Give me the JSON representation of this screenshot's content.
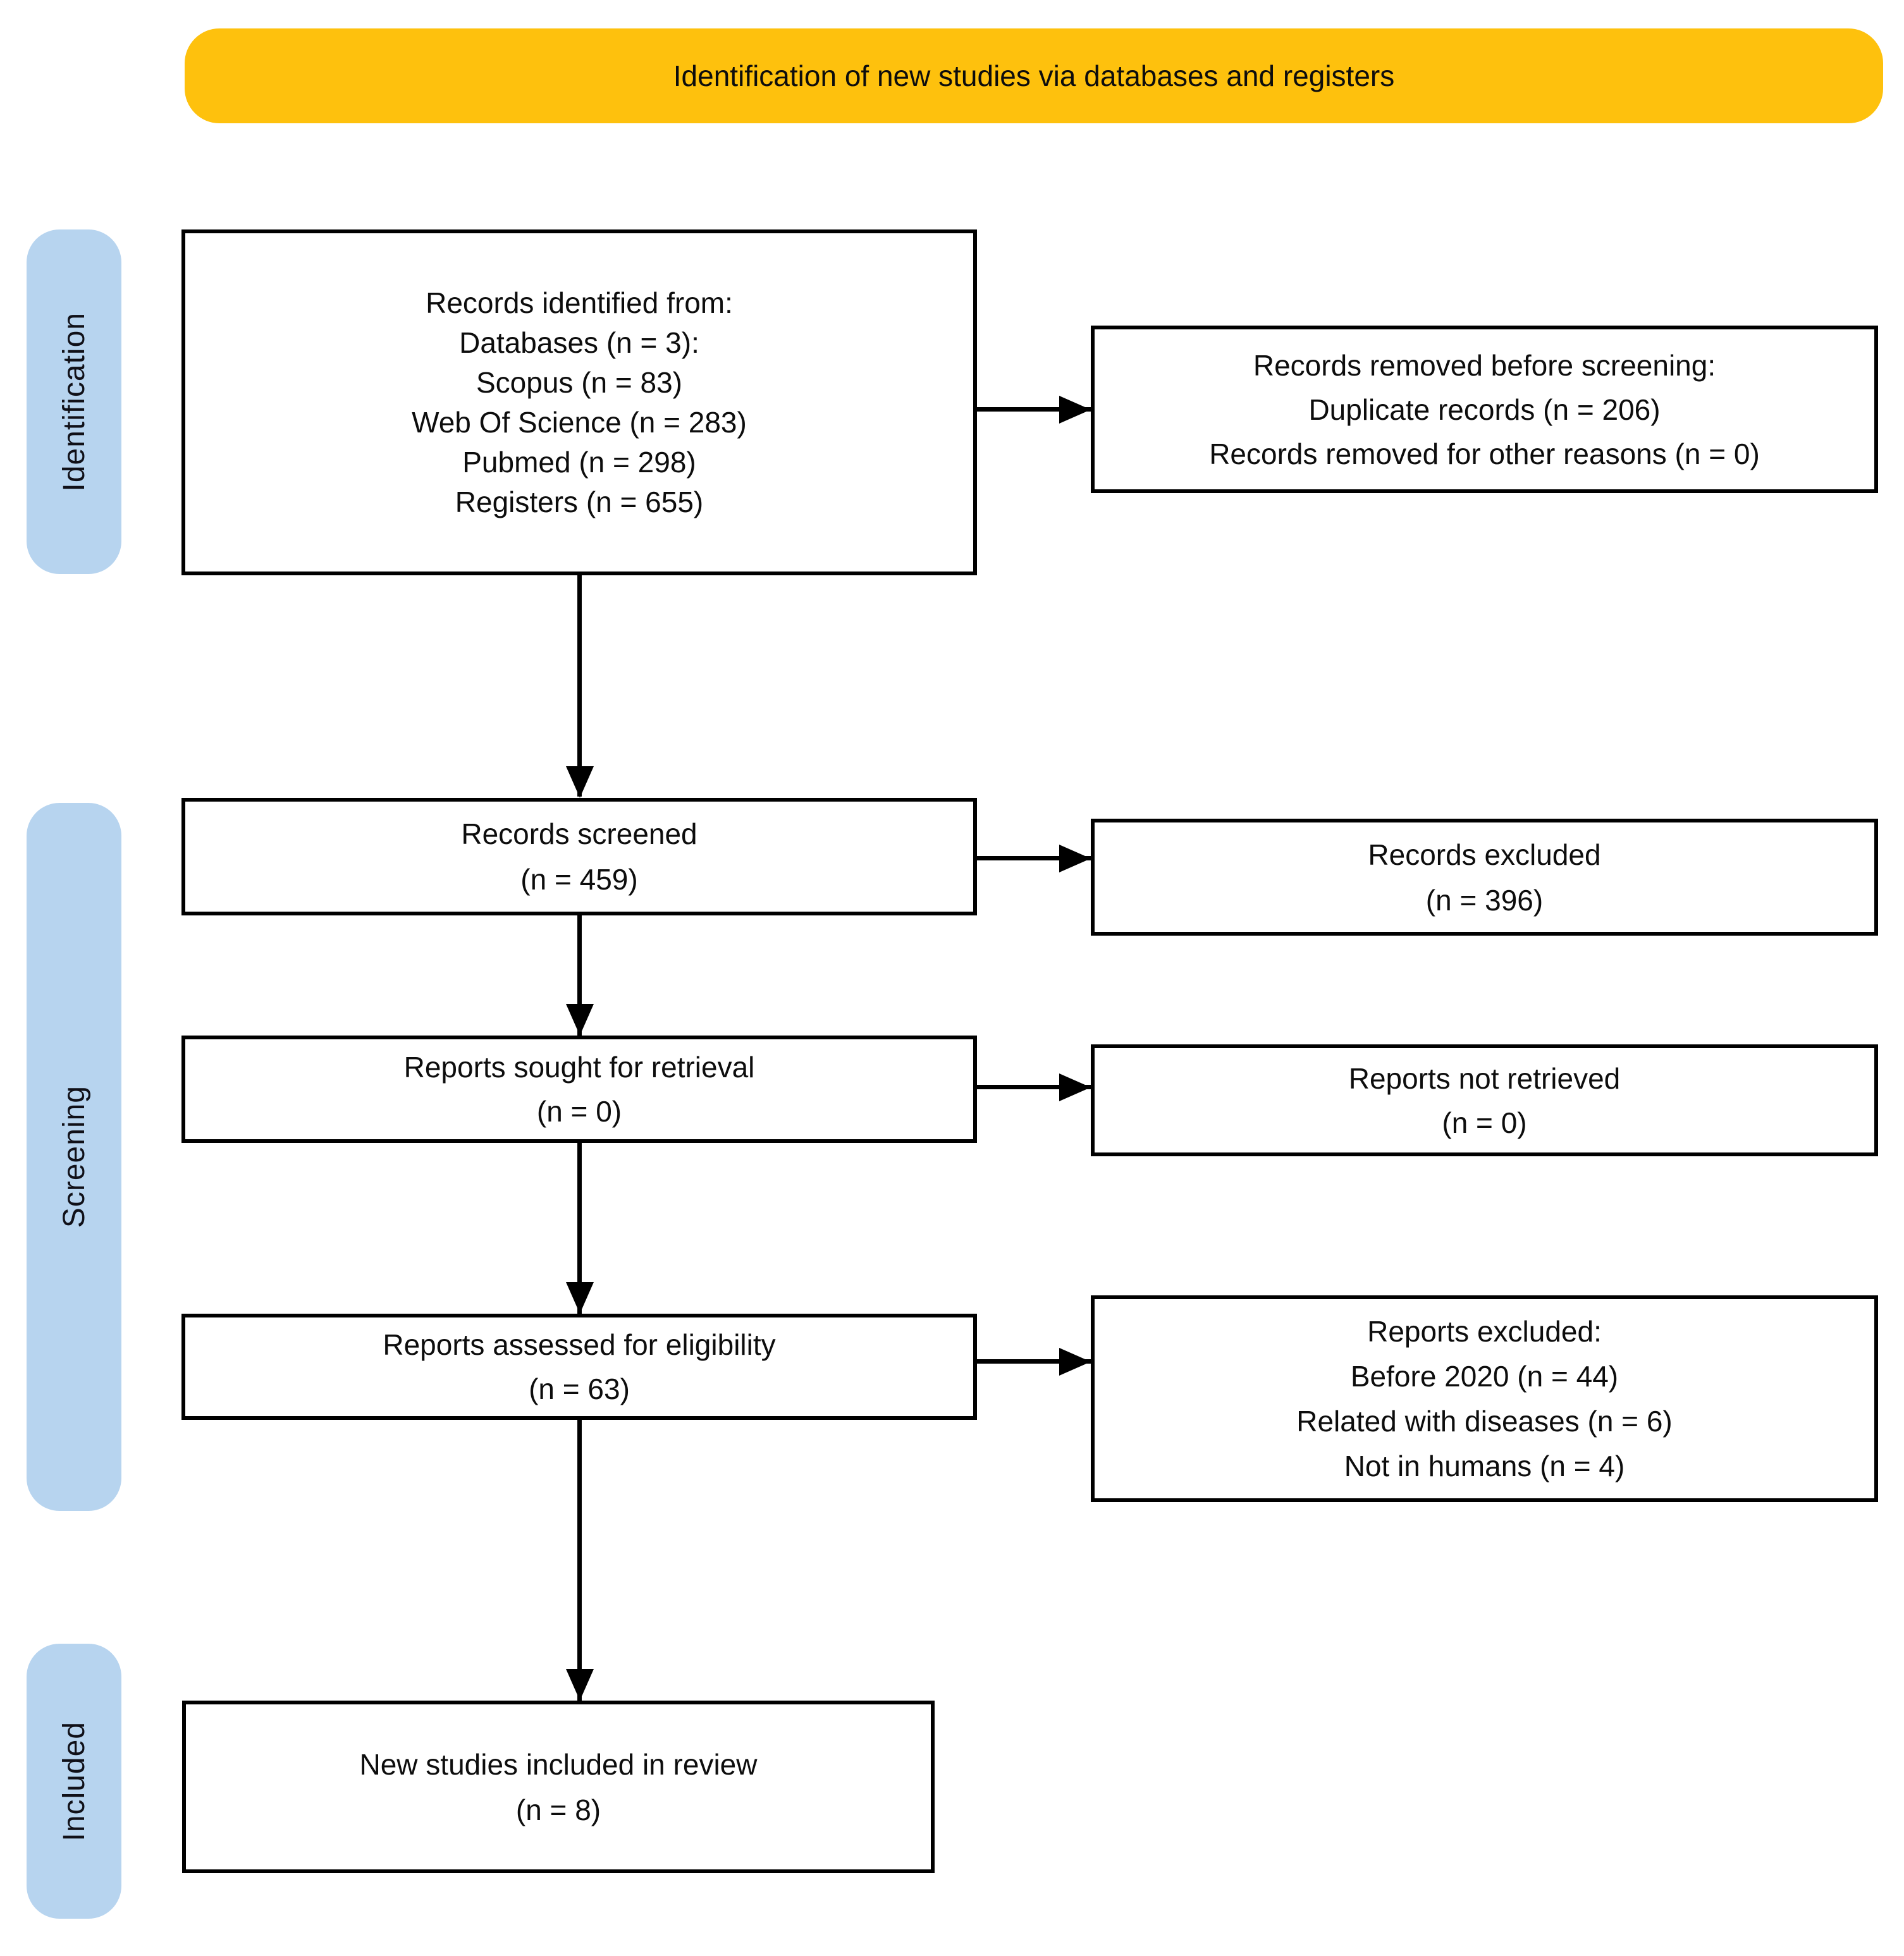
{
  "header": {
    "title": "Identification of new studies via databases and registers"
  },
  "stage_labels": {
    "identification": "Identification",
    "screening": "Screening",
    "included": "Included"
  },
  "boxes": {
    "records_identified": {
      "lines": [
        "Records identified from:",
        "Databases (n = 3):",
        "Scopus (n = 83)",
        "Web Of Science (n = 283)",
        "Pubmed (n = 298)",
        "Registers (n = 655)"
      ]
    },
    "records_removed": {
      "lines": [
        "Records removed before screening:",
        "Duplicate records (n = 206)",
        "Records removed for other reasons (n = 0)"
      ]
    },
    "records_screened": {
      "lines": [
        "Records screened",
        "(n = 459)"
      ]
    },
    "records_excluded": {
      "lines": [
        "Records excluded",
        "(n = 396)"
      ]
    },
    "reports_sought": {
      "lines": [
        "Reports sought for retrieval",
        "(n = 0)"
      ]
    },
    "reports_not_retrieved": {
      "lines": [
        "Reports not retrieved",
        "(n = 0)"
      ]
    },
    "reports_assessed": {
      "lines": [
        "Reports assessed for eligibility",
        "(n = 63)"
      ]
    },
    "reports_excluded": {
      "lines": [
        "Reports excluded:",
        "Before 2020 (n = 44)",
        "Related with diseases (n = 6)",
        "Not in humans (n = 4)"
      ]
    },
    "new_studies_included": {
      "lines": [
        "New studies included in review",
        "(n = 8)"
      ]
    }
  },
  "colors": {
    "banner_bg": "#FEC10D",
    "stage_bg": "#B7D4EF",
    "box_bg": "#FFFFFF",
    "line_color": "#000000",
    "text_color": "#0D0D0D"
  }
}
